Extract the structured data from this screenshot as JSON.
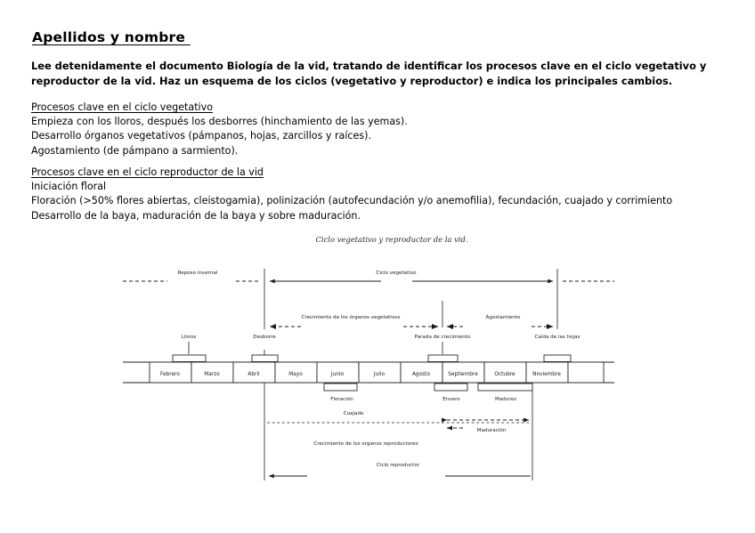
{
  "document": {
    "heading": "Apellidos y nombre ",
    "intro_line1": "Lee detenidamente el documento Biología de la vid, tratando de identificar los procesos clave en el ciclo vegetativo y",
    "intro_line2": "reproductor de la vid. Haz un esquema de los ciclos (vegetativo y reproductor) e indica los principales cambios.",
    "section1": {
      "heading": "Procesos clave en el ciclo vegetativo",
      "lines": [
        "Empieza con los lloros, después los desborres (hinchamiento de las yemas).",
        "Desarrollo órganos vegetativos (pámpanos, hojas, zarcillos y raíces).",
        "Agostamiento (de pámpano a sarmiento)."
      ]
    },
    "section2": {
      "heading": "Procesos clave en el ciclo reproductor de la vid",
      "lines": [
        "Iniciación floral",
        "Floración (>50% flores abiertas, cleistogamia), polinización (autofecundación y/o anemofilia), fecundación, cuajado y corrimiento",
        "Desarrollo de la baya, maduración de la baya y sobre maduración."
      ]
    }
  },
  "figure": {
    "title": "Ciclo vegetativo y reproductor de la vid.",
    "months": [
      "Febrero",
      "Marzo",
      "Abril",
      "Mayo",
      "Junio",
      "Julio",
      "Agosto",
      "Septiembre",
      "Octubre",
      "Noviembre",
      ""
    ],
    "top_labels": [
      {
        "name": "reposo-invernal",
        "text": "Reposo invernal"
      },
      {
        "name": "ciclo-vegetativo",
        "text": "Ciclo vegetativo"
      },
      {
        "name": "crecimiento-organos-vegetativos",
        "text": "Crecimiento de los órganos vegetativos"
      },
      {
        "name": "agostamiento",
        "text": "Agostamiento"
      }
    ],
    "event_labels": [
      {
        "name": "lloros",
        "text": "Lloros"
      },
      {
        "name": "desborre",
        "text": "Desborre"
      },
      {
        "name": "parada-de-crecimiento",
        "text": "Parada de crecimiento"
      },
      {
        "name": "caida-de-las-hojas",
        "text": "Caída de las hojas"
      }
    ],
    "stage_labels": [
      {
        "name": "floracion",
        "text": "Floración"
      },
      {
        "name": "envero",
        "text": "Envero"
      },
      {
        "name": "madurez",
        "text": "Madurez"
      }
    ],
    "bottom_labels": [
      {
        "name": "cuajado",
        "text": "Cuajado"
      },
      {
        "name": "maduracion",
        "text": "Maduración"
      },
      {
        "name": "crecimiento-organos-reproductores",
        "text": "Crecimiento de los organos reproductores"
      },
      {
        "name": "ciclo-reproductor",
        "text": "Ciclo reproductor"
      }
    ]
  },
  "chart_data": {
    "type": "table",
    "title": "Ciclo vegetativo y reproductor de la vid.",
    "categories": [
      "Febrero",
      "Marzo",
      "Abril",
      "Mayo",
      "Junio",
      "Julio",
      "Agosto",
      "Septiembre",
      "Octubre",
      "Noviembre"
    ],
    "phases_vegetative": [
      {
        "label": "Reposo invernal",
        "from": "Febrero",
        "to": "Abril"
      },
      {
        "label": "Ciclo vegetativo",
        "from": "Abril",
        "to": "Noviembre"
      },
      {
        "label": "Crecimiento de los órganos vegetativos",
        "from": "Abril",
        "to": "Agosto"
      },
      {
        "label": "Agostamiento",
        "from": "Agosto",
        "to": "Noviembre"
      }
    ],
    "events": [
      {
        "label": "Lloros",
        "month": "Febrero"
      },
      {
        "label": "Desborre",
        "month": "Abril"
      },
      {
        "label": "Parada de crecimiento",
        "month": "Agosto"
      },
      {
        "label": "Caída de las hojas",
        "month": "Noviembre"
      }
    ],
    "phases_reproductive": [
      {
        "label": "Floración",
        "from": "Junio",
        "to": "Julio"
      },
      {
        "label": "Envero",
        "from": "Agosto",
        "to": "Septiembre"
      },
      {
        "label": "Madurez",
        "from": "Septiembre",
        "to": "Octubre"
      },
      {
        "label": "Cuajado",
        "from": "Abril",
        "to": "Octubre"
      },
      {
        "label": "Maduración",
        "from": "Agosto",
        "to": "Octubre"
      },
      {
        "label": "Crecimiento de los organos reproductores",
        "from": "Abril",
        "to": "Octubre"
      },
      {
        "label": "Ciclo reproductor",
        "from": "Abril",
        "to": "Octubre"
      }
    ],
    "xlabel": "",
    "ylabel": "",
    "grid": false,
    "legend": "none"
  }
}
